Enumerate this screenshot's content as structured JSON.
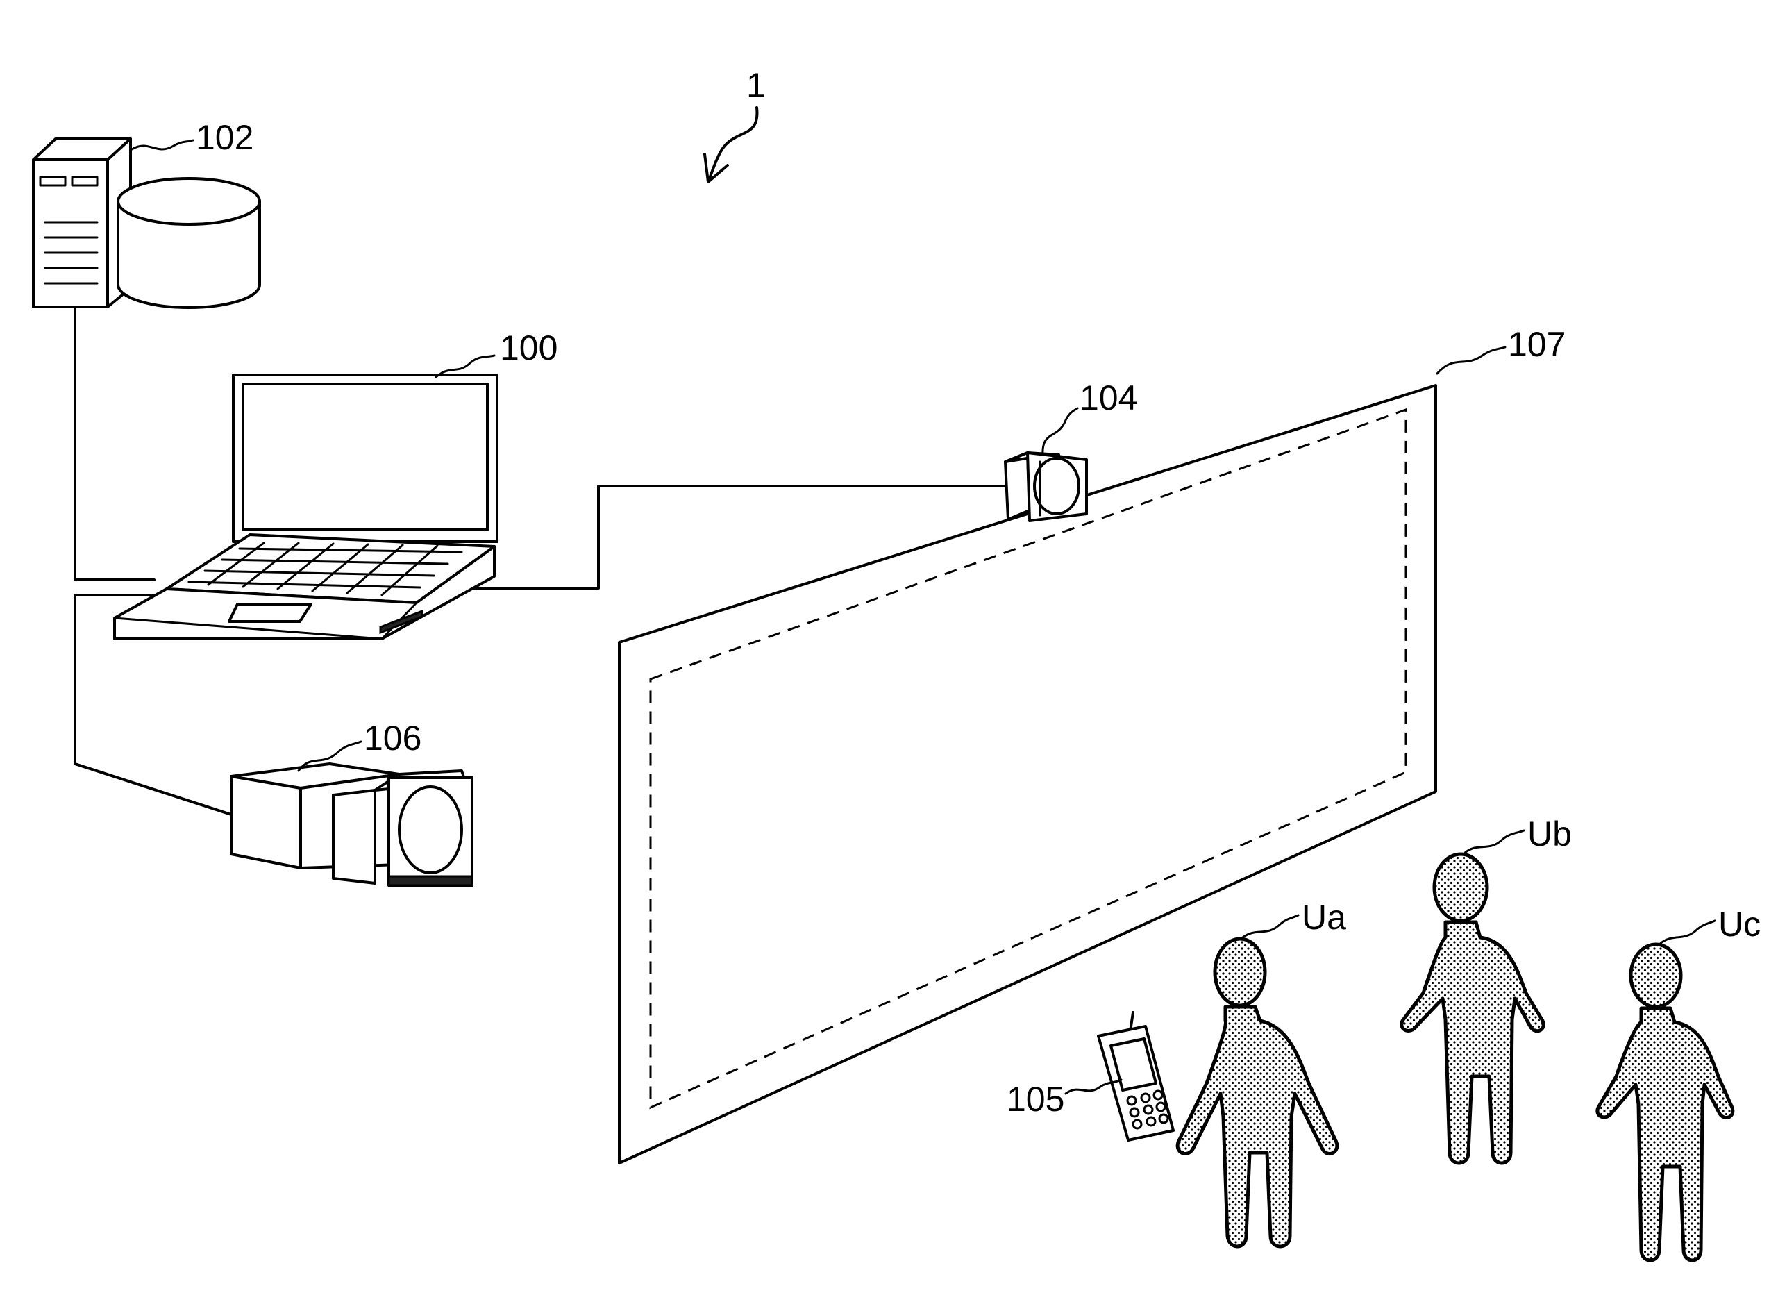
{
  "labels": {
    "system": "1",
    "server": "102",
    "laptop": "100",
    "sensor_camera": "104",
    "projector": "106",
    "screen": "107",
    "phone": "105",
    "user_a": "Ua",
    "user_b": "Ub",
    "user_c": "Uc"
  }
}
